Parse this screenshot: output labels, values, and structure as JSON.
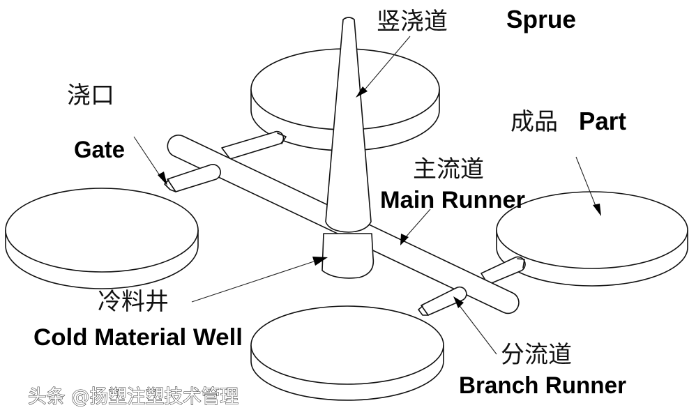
{
  "diagram": {
    "labels": {
      "sprue": {
        "cn": "竖浇道",
        "en": "Sprue"
      },
      "gate": {
        "cn": "浇口",
        "en": "Gate"
      },
      "part": {
        "cn": "成品",
        "en": "Part"
      },
      "main_runner": {
        "cn": "主流道",
        "en": "Main Runner"
      },
      "cold_well": {
        "cn": "冷料井",
        "en": "Cold Material Well"
      },
      "branch_runner": {
        "cn": "分流道",
        "en": "Branch Runner"
      }
    },
    "components": [
      "part-disc-top",
      "part-disc-left",
      "part-disc-right",
      "part-disc-bottom",
      "sprue-cone",
      "main-runner-bar",
      "branch-runner-bars",
      "gates",
      "cold-material-well"
    ]
  },
  "watermark": "头条 @扬塑注塑技术管理"
}
